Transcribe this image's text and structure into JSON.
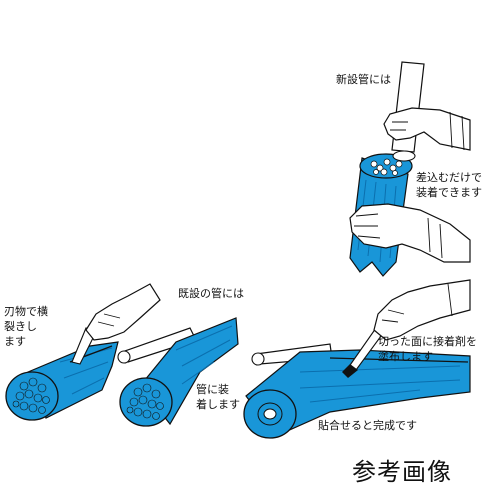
{
  "colors": {
    "tube": "#1996d8",
    "tube_dark": "#0b6fae",
    "outline": "#111111",
    "hand": "#ffffff"
  },
  "labels": {
    "new_pipe": "新設管には",
    "insert_only": "差込むだけで\n装着できます",
    "cut_with_blade": "刃物で横\n裂きし\nます",
    "existing_pipe": "既設の管には",
    "fit_to_pipe": "管に装\n着します",
    "apply_adhesive": "切った面に接着剤を\n塗布します",
    "stick_complete": "貼合せると完成です"
  },
  "watermark": "参考画像"
}
